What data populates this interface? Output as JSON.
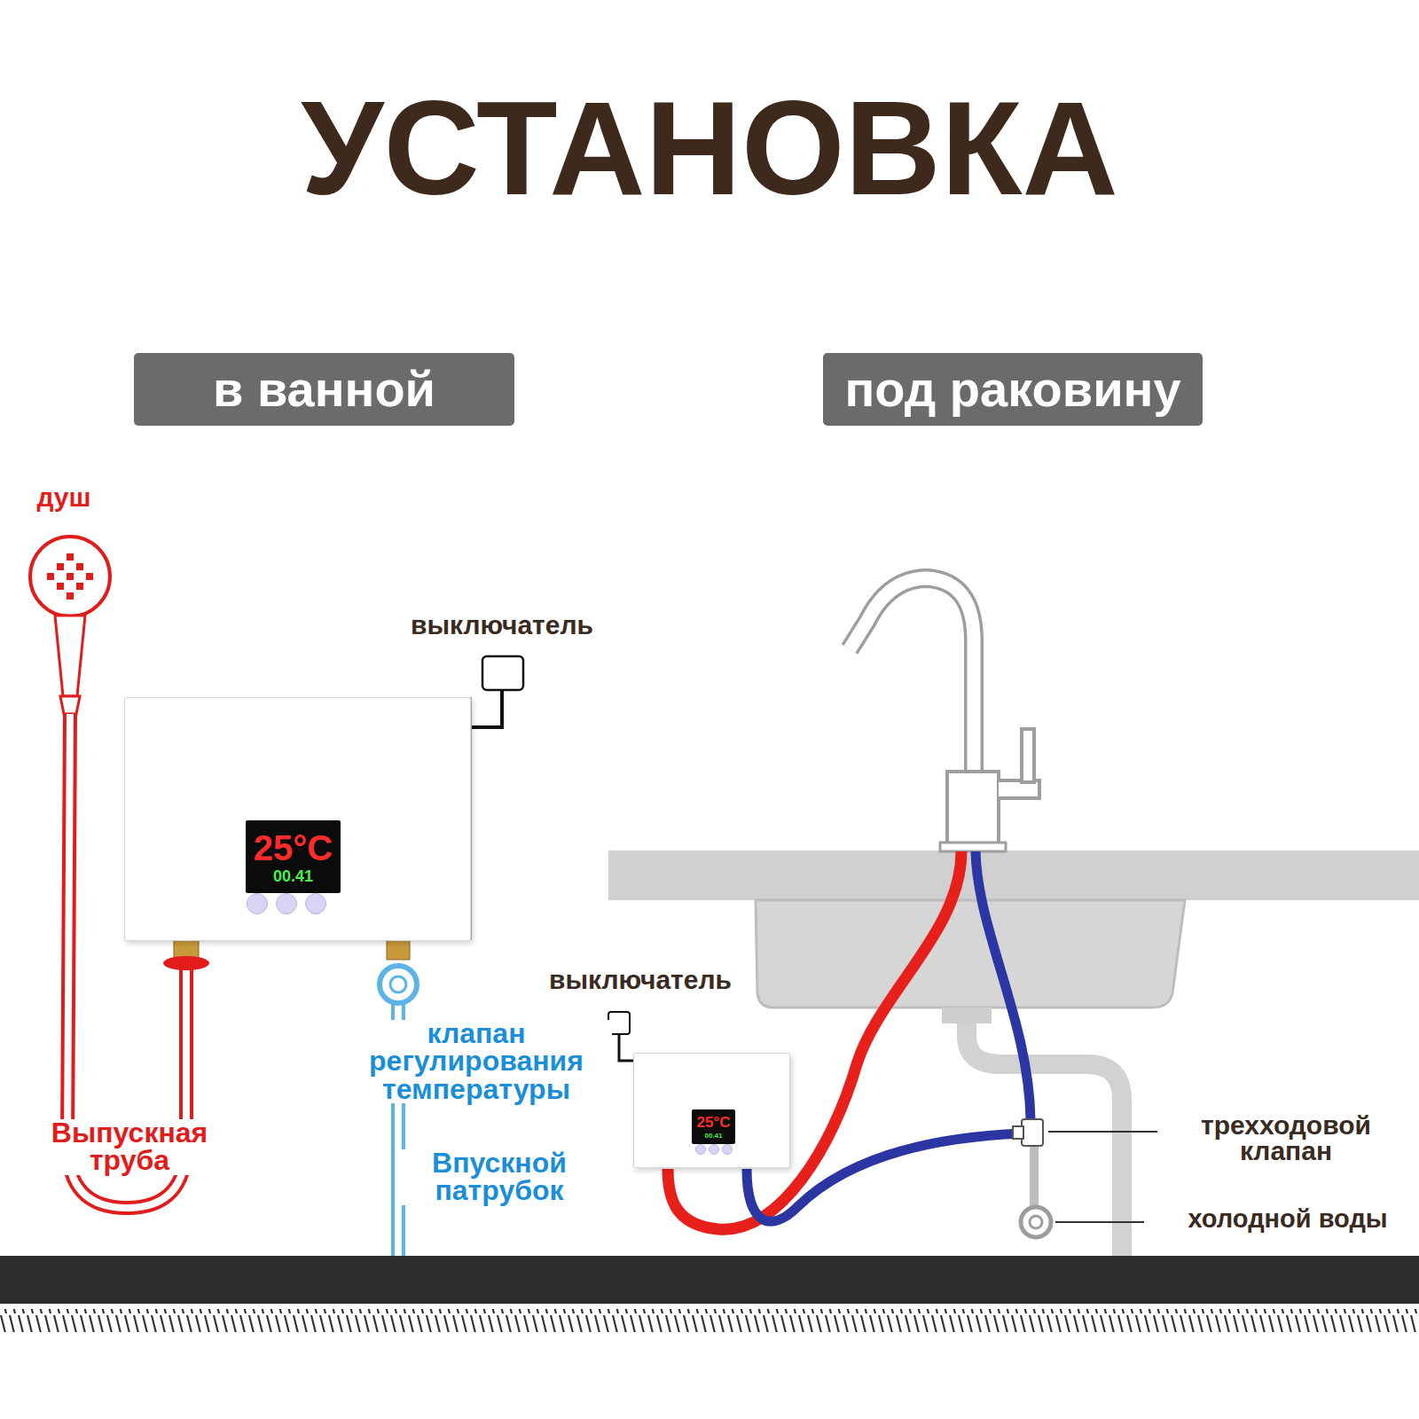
{
  "diagram": {
    "title": "УСТАНОВКА",
    "nodes": [
      {
        "text": [
          "в ванной"
        ]
      },
      {
        "text": [
          "под раковину"
        ]
      },
      {
        "text": [
          "25°C",
          "00.41"
        ]
      },
      {
        "text": [
          "25°C",
          "00.41"
        ]
      }
    ],
    "labels": [
      "душ",
      "выключатель",
      "клапан регулирования температуры",
      "Выпускная труба",
      "Впускной патрубок",
      "выключатель",
      "трехходовой клапан",
      "холодной воды"
    ]
  }
}
